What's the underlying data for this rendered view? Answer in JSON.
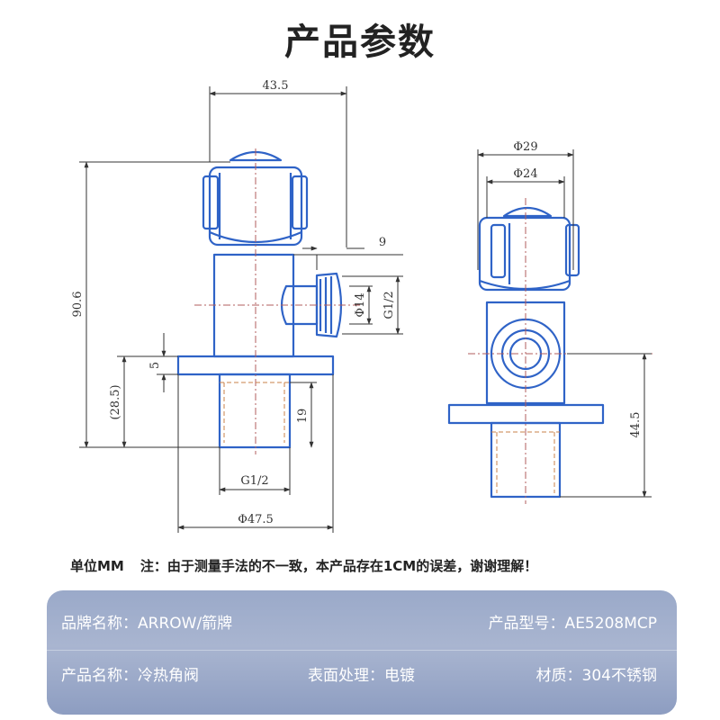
{
  "header": {
    "title": "产品参数"
  },
  "dimensions": {
    "width_top": "43.5",
    "height_total": "90.6",
    "outlet_offset": "9",
    "outlet_dia": "Φ14",
    "outlet_thread": "G1/2",
    "flange_thickness": "5",
    "lower_height": "(28.5)",
    "thread_length": "19",
    "bottom_thread": "G1/2",
    "flange_dia": "Φ47.5",
    "handle_dia_outer": "Φ29",
    "handle_dia_inner": "Φ24",
    "side_height": "44.5"
  },
  "note": {
    "unit": "单位MM",
    "text": "注：由于测量手法的不一致，本产品存在1CM的误差，谢谢理解！"
  },
  "specs": {
    "brand": "品牌名称：ARROW/箭牌",
    "model": "产品型号：AE5208MCP",
    "name": "产品名称：冷热角阀",
    "surface": "表面处理：电镀",
    "material": "材质：304不锈钢"
  },
  "colors": {
    "valve_stroke": "#2f63c7",
    "dimension_line": "#333333"
  }
}
